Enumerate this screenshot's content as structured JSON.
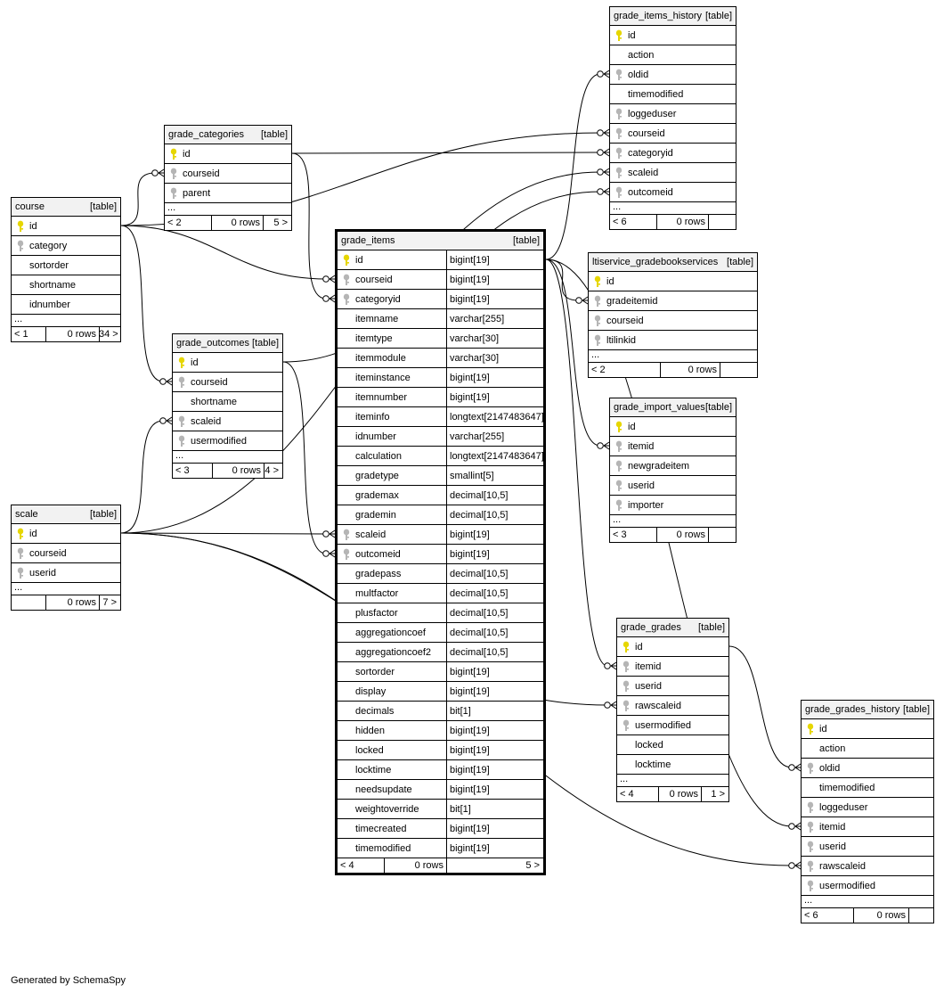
{
  "footer": "Generated by SchemaSpy",
  "key_colors": {
    "primary": "#e6d600",
    "foreign": "#b5b5b5"
  },
  "tables": [
    {
      "id": "course",
      "name": "course",
      "tag": "[table]",
      "columns": [
        {
          "name": "id",
          "key": "pk"
        },
        {
          "name": "category",
          "key": "fk"
        },
        {
          "name": "sortorder",
          "key": ""
        },
        {
          "name": "shortname",
          "key": ""
        },
        {
          "name": "idnumber",
          "key": ""
        }
      ],
      "more": "...",
      "footer": {
        "left": "< 1",
        "rows": "0 rows",
        "right": "34 >"
      }
    },
    {
      "id": "grade_categories",
      "name": "grade_categories",
      "tag": "[table]",
      "columns": [
        {
          "name": "id",
          "key": "pk"
        },
        {
          "name": "courseid",
          "key": "fk"
        },
        {
          "name": "parent",
          "key": "fk"
        }
      ],
      "more": "...",
      "footer": {
        "left": "< 2",
        "rows": "0 rows",
        "right": "5 >"
      }
    },
    {
      "id": "grade_outcomes",
      "name": "grade_outcomes",
      "tag": "[table]",
      "columns": [
        {
          "name": "id",
          "key": "pk"
        },
        {
          "name": "courseid",
          "key": "fk"
        },
        {
          "name": "shortname",
          "key": ""
        },
        {
          "name": "scaleid",
          "key": "fk"
        },
        {
          "name": "usermodified",
          "key": "fk"
        }
      ],
      "more": "...",
      "footer": {
        "left": "< 3",
        "rows": "0 rows",
        "right": "4 >"
      }
    },
    {
      "id": "scale",
      "name": "scale",
      "tag": "[table]",
      "columns": [
        {
          "name": "id",
          "key": "pk"
        },
        {
          "name": "courseid",
          "key": "fk"
        },
        {
          "name": "userid",
          "key": "fk"
        }
      ],
      "more": "...",
      "footer": {
        "left": "",
        "rows": "0 rows",
        "right": "7 >"
      }
    },
    {
      "id": "grade_items",
      "name": "grade_items",
      "tag": "[table]",
      "focus": true,
      "columns": [
        {
          "name": "id",
          "key": "pk",
          "type": "bigint[19]"
        },
        {
          "name": "courseid",
          "key": "fk",
          "type": "bigint[19]"
        },
        {
          "name": "categoryid",
          "key": "fk",
          "type": "bigint[19]"
        },
        {
          "name": "itemname",
          "key": "",
          "type": "varchar[255]"
        },
        {
          "name": "itemtype",
          "key": "",
          "type": "varchar[30]"
        },
        {
          "name": "itemmodule",
          "key": "",
          "type": "varchar[30]"
        },
        {
          "name": "iteminstance",
          "key": "",
          "type": "bigint[19]"
        },
        {
          "name": "itemnumber",
          "key": "",
          "type": "bigint[19]"
        },
        {
          "name": "iteminfo",
          "key": "",
          "type": "longtext[2147483647]"
        },
        {
          "name": "idnumber",
          "key": "",
          "type": "varchar[255]"
        },
        {
          "name": "calculation",
          "key": "",
          "type": "longtext[2147483647]"
        },
        {
          "name": "gradetype",
          "key": "",
          "type": "smallint[5]"
        },
        {
          "name": "grademax",
          "key": "",
          "type": "decimal[10,5]"
        },
        {
          "name": "grademin",
          "key": "",
          "type": "decimal[10,5]"
        },
        {
          "name": "scaleid",
          "key": "fk",
          "type": "bigint[19]"
        },
        {
          "name": "outcomeid",
          "key": "fk",
          "type": "bigint[19]"
        },
        {
          "name": "gradepass",
          "key": "",
          "type": "decimal[10,5]"
        },
        {
          "name": "multfactor",
          "key": "",
          "type": "decimal[10,5]"
        },
        {
          "name": "plusfactor",
          "key": "",
          "type": "decimal[10,5]"
        },
        {
          "name": "aggregationcoef",
          "key": "",
          "type": "decimal[10,5]"
        },
        {
          "name": "aggregationcoef2",
          "key": "",
          "type": "decimal[10,5]"
        },
        {
          "name": "sortorder",
          "key": "",
          "type": "bigint[19]"
        },
        {
          "name": "display",
          "key": "",
          "type": "bigint[19]"
        },
        {
          "name": "decimals",
          "key": "",
          "type": "bit[1]"
        },
        {
          "name": "hidden",
          "key": "",
          "type": "bigint[19]"
        },
        {
          "name": "locked",
          "key": "",
          "type": "bigint[19]"
        },
        {
          "name": "locktime",
          "key": "",
          "type": "bigint[19]"
        },
        {
          "name": "needsupdate",
          "key": "",
          "type": "bigint[19]"
        },
        {
          "name": "weightoverride",
          "key": "",
          "type": "bit[1]"
        },
        {
          "name": "timecreated",
          "key": "",
          "type": "bigint[19]"
        },
        {
          "name": "timemodified",
          "key": "",
          "type": "bigint[19]"
        }
      ],
      "more": "",
      "footer": {
        "left": "< 4",
        "rows": "0 rows",
        "right": "5 >"
      }
    },
    {
      "id": "grade_items_history",
      "name": "grade_items_history",
      "tag": "[table]",
      "columns": [
        {
          "name": "id",
          "key": "pk"
        },
        {
          "name": "action",
          "key": ""
        },
        {
          "name": "oldid",
          "key": "fk"
        },
        {
          "name": "timemodified",
          "key": ""
        },
        {
          "name": "loggeduser",
          "key": "fk"
        },
        {
          "name": "courseid",
          "key": "fk"
        },
        {
          "name": "categoryid",
          "key": "fk"
        },
        {
          "name": "scaleid",
          "key": "fk"
        },
        {
          "name": "outcomeid",
          "key": "fk"
        }
      ],
      "more": "...",
      "footer": {
        "left": "< 6",
        "rows": "0 rows",
        "right": ""
      }
    },
    {
      "id": "ltiservice_gradebookservices",
      "name": "ltiservice_gradebookservices",
      "tag": "[table]",
      "columns": [
        {
          "name": "id",
          "key": "pk"
        },
        {
          "name": "gradeitemid",
          "key": "fk"
        },
        {
          "name": "courseid",
          "key": "fk"
        },
        {
          "name": "ltilinkid",
          "key": "fk"
        }
      ],
      "more": "...",
      "footer": {
        "left": "< 2",
        "rows": "0 rows",
        "right": ""
      }
    },
    {
      "id": "grade_import_values",
      "name": "grade_import_values",
      "tag": "[table]",
      "columns": [
        {
          "name": "id",
          "key": "pk"
        },
        {
          "name": "itemid",
          "key": "fk"
        },
        {
          "name": "newgradeitem",
          "key": "fk"
        },
        {
          "name": "userid",
          "key": "fk"
        },
        {
          "name": "importer",
          "key": "fk"
        }
      ],
      "more": "...",
      "footer": {
        "left": "< 3",
        "rows": "0 rows",
        "right": ""
      }
    },
    {
      "id": "grade_grades",
      "name": "grade_grades",
      "tag": "[table]",
      "columns": [
        {
          "name": "id",
          "key": "pk"
        },
        {
          "name": "itemid",
          "key": "fk"
        },
        {
          "name": "userid",
          "key": "fk"
        },
        {
          "name": "rawscaleid",
          "key": "fk"
        },
        {
          "name": "usermodified",
          "key": "fk"
        },
        {
          "name": "locked",
          "key": ""
        },
        {
          "name": "locktime",
          "key": ""
        }
      ],
      "more": "...",
      "footer": {
        "left": "< 4",
        "rows": "0 rows",
        "right": "1 >"
      }
    },
    {
      "id": "grade_grades_history",
      "name": "grade_grades_history",
      "tag": "[table]",
      "columns": [
        {
          "name": "id",
          "key": "pk"
        },
        {
          "name": "action",
          "key": ""
        },
        {
          "name": "oldid",
          "key": "fk"
        },
        {
          "name": "timemodified",
          "key": ""
        },
        {
          "name": "loggeduser",
          "key": "fk"
        },
        {
          "name": "itemid",
          "key": "fk"
        },
        {
          "name": "userid",
          "key": "fk"
        },
        {
          "name": "rawscaleid",
          "key": "fk"
        },
        {
          "name": "usermodified",
          "key": "fk"
        }
      ],
      "more": "...",
      "footer": {
        "left": "< 6",
        "rows": "0 rows",
        "right": ""
      }
    }
  ],
  "relationships": [
    {
      "from": "course.id",
      "to": "grade_categories.courseid"
    },
    {
      "from": "course.id",
      "to": "grade_items.courseid"
    },
    {
      "from": "course.id",
      "to": "grade_outcomes.courseid"
    },
    {
      "from": "course.id",
      "to": "grade_items_history.courseid"
    },
    {
      "from": "grade_categories.id",
      "to": "grade_items.categoryid"
    },
    {
      "from": "grade_categories.id",
      "to": "grade_items_history.categoryid"
    },
    {
      "from": "scale.id",
      "to": "grade_outcomes.scaleid"
    },
    {
      "from": "scale.id",
      "to": "grade_items.scaleid"
    },
    {
      "from": "scale.id",
      "to": "grade_items_history.scaleid"
    },
    {
      "from": "scale.id",
      "to": "grade_grades.rawscaleid"
    },
    {
      "from": "scale.id",
      "to": "grade_grades_history.rawscaleid"
    },
    {
      "from": "grade_outcomes.id",
      "to": "grade_items.outcomeid"
    },
    {
      "from": "grade_outcomes.id",
      "to": "grade_items_history.outcomeid"
    },
    {
      "from": "grade_items.id",
      "to": "grade_items_history.oldid"
    },
    {
      "from": "grade_items.id",
      "to": "ltiservice_gradebookservices.gradeitemid"
    },
    {
      "from": "grade_items.id",
      "to": "grade_import_values.itemid"
    },
    {
      "from": "grade_items.id",
      "to": "grade_grades.itemid"
    },
    {
      "from": "grade_items.id",
      "to": "grade_grades_history.itemid"
    },
    {
      "from": "grade_grades.id",
      "to": "grade_grades_history.oldid"
    }
  ]
}
